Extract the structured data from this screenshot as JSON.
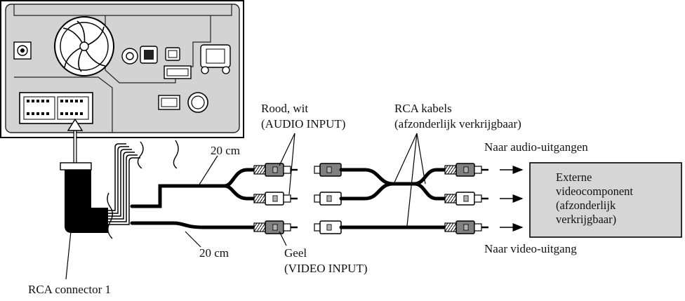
{
  "labels": {
    "rood_wit": "Rood, wit",
    "audio_input": "(AUDIO INPUT)",
    "rca_kabels": "RCA kabels",
    "afzonderlijk": "(afzonderlijk verkrijgbaar)",
    "naar_audio": "Naar audio-uitgangen",
    "cm_top": "20 cm",
    "cm_bottom": "20 cm",
    "geel": "Geel",
    "video_input": "(VIDEO INPUT)",
    "naar_video": "Naar video-uitgang",
    "rca_connector": "RCA connector 1"
  },
  "external_box": {
    "line1": "Externe",
    "line2": "videocomponent",
    "line3": "(afzonderlijk",
    "line4": "verkrijgbaar)"
  },
  "colors": {
    "panel": "#d3d3d3",
    "box": "#d6d6d6",
    "plug_dark": "#808080",
    "plug_light": "#ffffff"
  }
}
